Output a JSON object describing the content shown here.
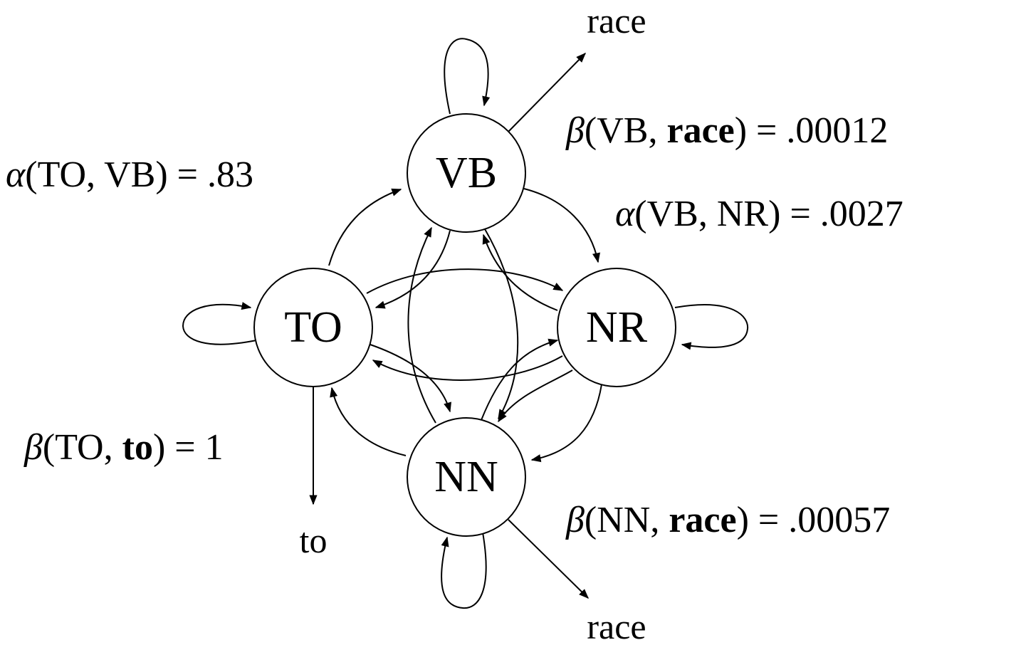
{
  "nodes": {
    "vb": "VB",
    "to": "TO",
    "nr": "NR",
    "nn": "NN"
  },
  "outputs": {
    "vb_word": "race",
    "nn_word": "race",
    "to_word": "to"
  },
  "equations": {
    "alpha_to_vb": {
      "fn": "α",
      "arg1": "TO",
      "arg2": "VB",
      "value": ".83"
    },
    "beta_vb_race": {
      "fn": "β",
      "arg1": "VB",
      "arg2": "race",
      "value": ".00012"
    },
    "alpha_vb_nr": {
      "fn": "α",
      "arg1": "VB",
      "arg2": "NR",
      "value": ".0027"
    },
    "beta_to_to": {
      "fn": "β",
      "arg1": "TO",
      "arg2": "to",
      "value": "1"
    },
    "beta_nn_race": {
      "fn": "β",
      "arg1": "NN",
      "arg2": "race",
      "value": ".00057"
    }
  }
}
